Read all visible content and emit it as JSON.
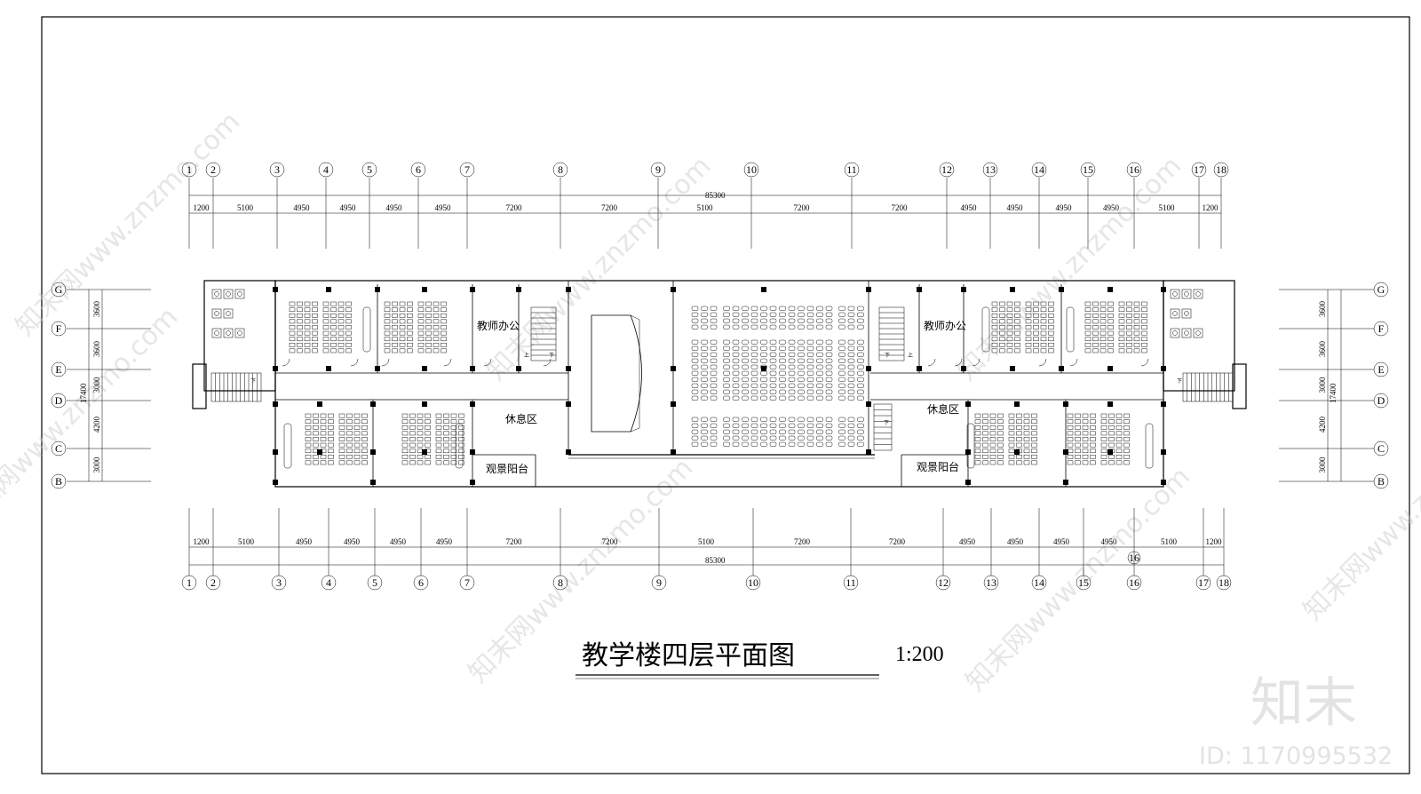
{
  "drawing": {
    "title": "教学楼四层平面图",
    "scale": "1:200",
    "total_width": "85300",
    "total_depth": "17400",
    "rooms": {
      "office": "教师办公",
      "lounge": "休息区",
      "balcony": "观景阳台"
    },
    "stair_up": "上",
    "stair_down": "下"
  },
  "axes_x": {
    "labels": [
      "1",
      "2",
      "3",
      "4",
      "5",
      "6",
      "7",
      "8",
      "9",
      "10",
      "11",
      "12",
      "13",
      "14",
      "15",
      "16",
      "17",
      "18"
    ],
    "spans": [
      "1200",
      "5100",
      "4950",
      "4950",
      "4950",
      "4950",
      "7200",
      "7200",
      "5100",
      "7200",
      "7200",
      "4950",
      "4950",
      "4950",
      "4950",
      "5100",
      "1200"
    ],
    "extra_bottom_label": "16"
  },
  "axes_y": {
    "labels": [
      "G",
      "F",
      "E",
      "D",
      "C",
      "B"
    ],
    "spans": [
      "3600",
      "3600",
      "3000",
      "4200",
      "3000"
    ]
  },
  "watermark": {
    "text": "知末网www.znzmo.com",
    "logo": "知末",
    "id_label": "ID: 1170995532"
  }
}
